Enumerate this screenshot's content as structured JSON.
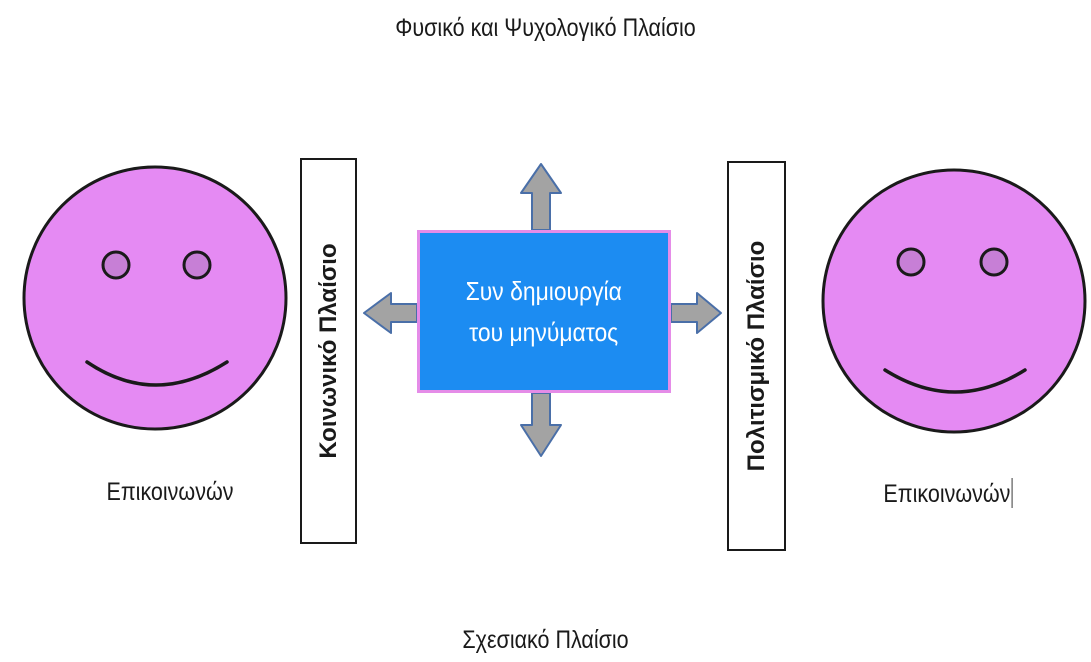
{
  "diagram": {
    "top_context": "Φυσικό και Ψυχολογικό Πλαίσιο",
    "bottom_context": "Σχεσιακό  Πλαίσιο",
    "left_side_box": "Κοινωνικό Πλαίσιο",
    "right_side_box": "Πολιτισμικό Πλαίσιο",
    "center_box": {
      "line1": "Συν δημιουργία",
      "line2": "του μηνύματος"
    },
    "left_person_label": "Επικοινωνών",
    "right_person_label": "Επικοινωνών"
  },
  "colors": {
    "face_fill": "#e58af3",
    "eye_fill": "#c77fd6",
    "center_fill": "#1c8cf2",
    "center_border": "#e58ce8",
    "arrow_fill": "#a3a3a3",
    "arrow_stroke": "#4a6fa8"
  },
  "icons": [
    "smiley-face-icon",
    "arrow-up-icon",
    "arrow-down-icon",
    "arrow-left-icon",
    "arrow-right-icon"
  ]
}
